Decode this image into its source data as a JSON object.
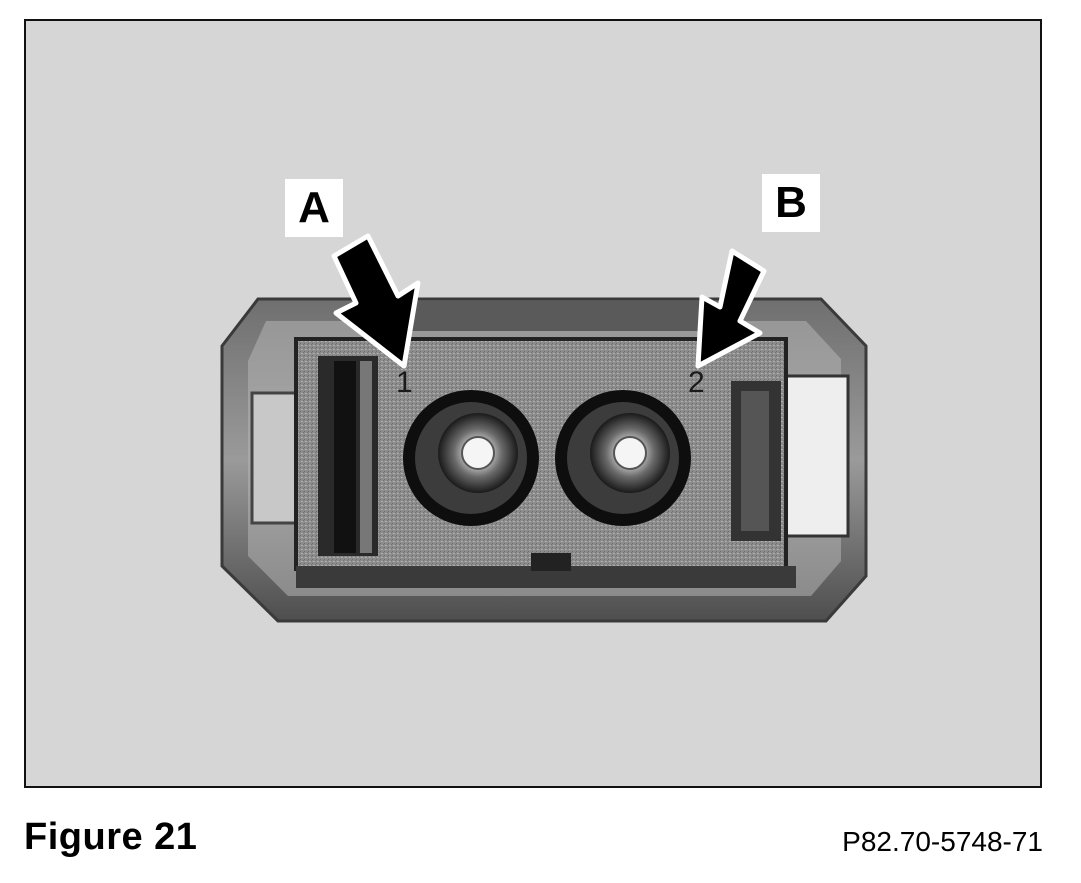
{
  "figure": {
    "caption": "Figure 21",
    "reference_code": "P82.70-5748-71"
  },
  "photo": {
    "background_color": "#d6d6d6",
    "callouts": [
      {
        "id": "A",
        "label": "A"
      },
      {
        "id": "B",
        "label": "B"
      }
    ],
    "pin_labels": [
      {
        "id": "1",
        "label": "1"
      },
      {
        "id": "2",
        "label": "2"
      }
    ]
  }
}
